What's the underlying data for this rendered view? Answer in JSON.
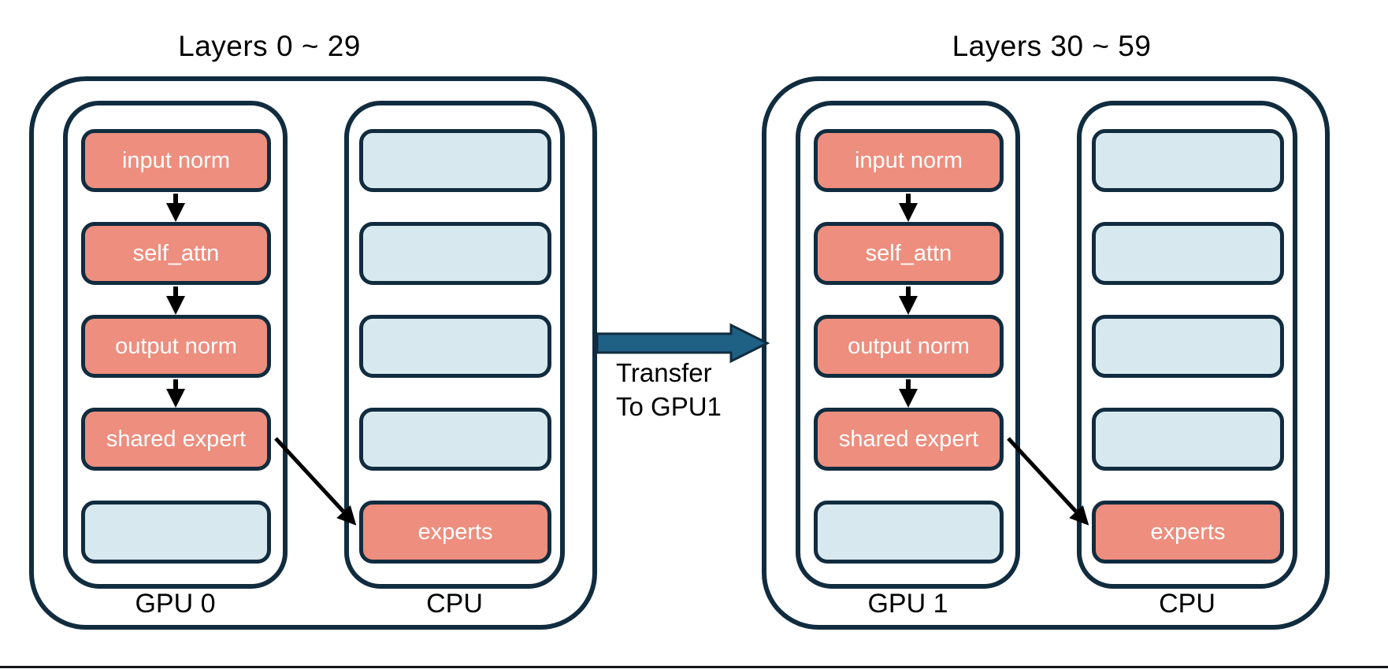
{
  "diagram": {
    "transfer_label_line1": "Transfer",
    "transfer_label_line2": "To GPU1"
  },
  "groups": [
    {
      "title": "Layers 0 ~ 29",
      "device_label": "GPU 0",
      "cpu_label": "CPU",
      "gpu_boxes": [
        "input norm",
        "self_attn",
        "output norm",
        "shared expert"
      ],
      "cpu_box_label": "experts"
    },
    {
      "title": "Layers 30 ~ 59",
      "device_label": "GPU 1",
      "cpu_label": "CPU",
      "gpu_boxes": [
        "input norm",
        "self_attn",
        "output norm",
        "shared expert"
      ],
      "cpu_box_label": "experts"
    }
  ],
  "colors": {
    "ink": "#112c3f",
    "salmon": "#ed8e7e",
    "light_blue": "#d7e9ef",
    "arrow_blue": "#1f6085",
    "text_light": "#ffffff",
    "text_dark": "#000000"
  }
}
